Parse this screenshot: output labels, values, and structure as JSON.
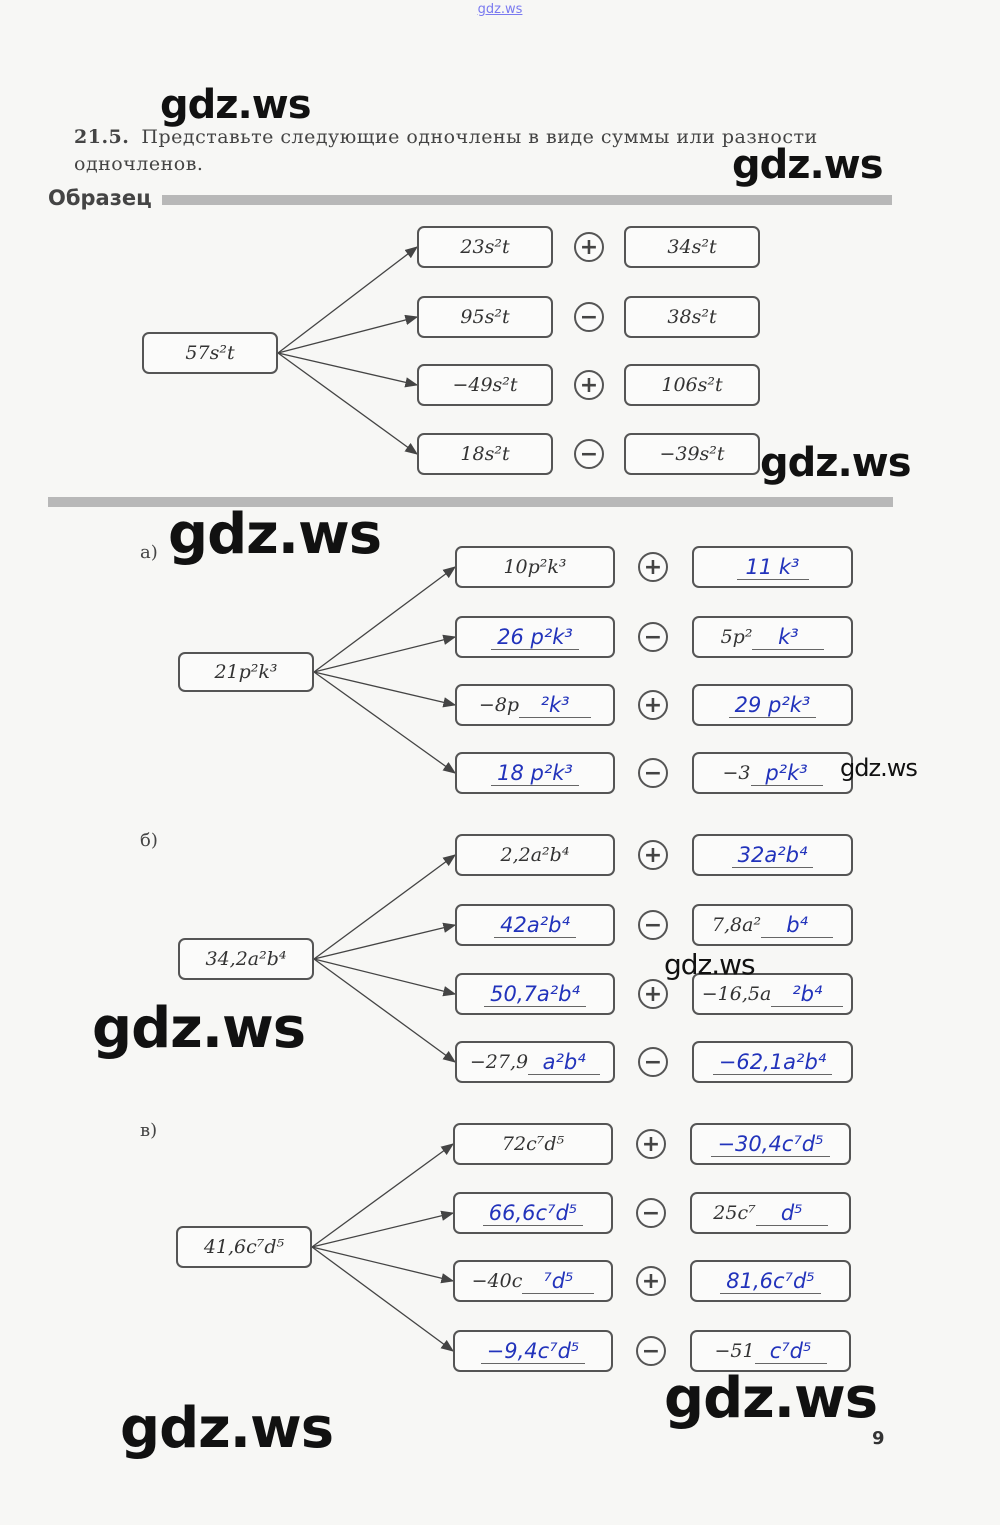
{
  "top_watermark": "gdz.ws",
  "task": {
    "number": "21.5.",
    "text": "Представьте следующие одночлены в виде суммы или разности одночленов."
  },
  "sample_label": "Образец",
  "diagrams": [
    {
      "label": "",
      "source": "57s²t",
      "rows": [
        {
          "middle": "23s²t",
          "middle_hw": "",
          "op": "+",
          "right": "34s²t",
          "right_hw": ""
        },
        {
          "middle": "95s²t",
          "middle_hw": "",
          "op": "−",
          "right": "38s²t",
          "right_hw": ""
        },
        {
          "middle": "−49s²t",
          "middle_hw": "",
          "op": "+",
          "right": "106s²t",
          "right_hw": ""
        },
        {
          "middle": "18s²t",
          "middle_hw": "",
          "op": "−",
          "right": "−39s²t",
          "right_hw": ""
        }
      ]
    },
    {
      "label": "а)",
      "source": "21p²k³",
      "rows": [
        {
          "middle": "10p²k³",
          "middle_hw": "",
          "op": "+",
          "right": "",
          "right_hw": "11 k³"
        },
        {
          "middle": "",
          "middle_hw": "26 p²k³",
          "op": "−",
          "right": "5p²",
          "right_hw": "k³"
        },
        {
          "middle": "−8p",
          "middle_hw": "²k³",
          "op": "+",
          "right": "",
          "right_hw": "29 p²k³"
        },
        {
          "middle": "",
          "middle_hw": "18 p²k³",
          "op": "−",
          "right": "−3",
          "right_hw": "p²k³"
        }
      ]
    },
    {
      "label": "б)",
      "source": "34,2a²b⁴",
      "rows": [
        {
          "middle": "2,2a²b⁴",
          "middle_hw": "",
          "op": "+",
          "right": "",
          "right_hw": "32a²b⁴"
        },
        {
          "middle": "",
          "middle_hw": "42a²b⁴",
          "op": "−",
          "right": "7,8a²",
          "right_hw": "b⁴"
        },
        {
          "middle": "",
          "middle_hw": "50,7a²b⁴",
          "op": "+",
          "right": "−16,5a",
          "right_hw": "²b⁴"
        },
        {
          "middle": "−27,9",
          "middle_hw": "a²b⁴",
          "op": "−",
          "right": "",
          "right_hw": "−62,1a²b⁴"
        }
      ]
    },
    {
      "label": "в)",
      "source": "41,6c⁷d⁵",
      "rows": [
        {
          "middle": "72c⁷d⁵",
          "middle_hw": "",
          "op": "+",
          "right": "",
          "right_hw": "−30,4c⁷d⁵"
        },
        {
          "middle": "",
          "middle_hw": "66,6c⁷d⁵",
          "op": "−",
          "right": "25c⁷",
          "right_hw": "d⁵"
        },
        {
          "middle": "−40c",
          "middle_hw": "⁷d⁵",
          "op": "+",
          "right": "",
          "right_hw": "81,6c⁷d⁵"
        },
        {
          "middle": "",
          "middle_hw": "−9,4c⁷d⁵",
          "op": "−",
          "right": "−51",
          "right_hw": "c⁷d⁵"
        }
      ]
    }
  ],
  "watermarks": [
    "gdz.ws",
    "gdz.ws",
    "gdz.ws",
    "gdz.ws",
    "gdz.ws",
    "gdz.ws",
    "gdz.ws",
    "gdz.ws",
    "gdz.ws"
  ],
  "page_number": "9"
}
